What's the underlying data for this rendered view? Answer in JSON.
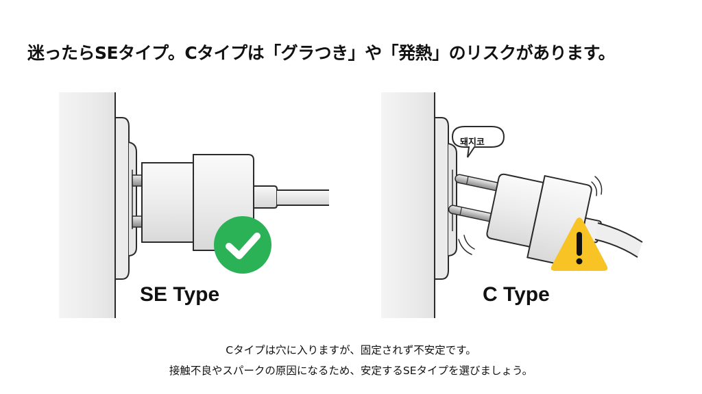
{
  "title": "迷ったらSEタイプ。Cタイプは「グラつき」や「発熱」のリスクがあります。",
  "panels": {
    "left": {
      "label": "SE Type",
      "status": "ok",
      "status_icon": "check-circle-icon",
      "status_color": "#2bb257"
    },
    "right": {
      "label": "C Type",
      "status": "warning",
      "status_icon": "warning-triangle-icon",
      "status_color": "#f7c325",
      "speech_bubble": "돼지코"
    }
  },
  "caption": {
    "line1": "Cタイプは穴に入りますが、固定されず不安定です。",
    "line2": "接触不良やスパークの原因になるため、安定するSEタイプを選びましょう。"
  },
  "colors": {
    "background": "#ffffff",
    "text": "#111111",
    "outline": "#2a2a2a",
    "body_fill": "#efefef"
  }
}
